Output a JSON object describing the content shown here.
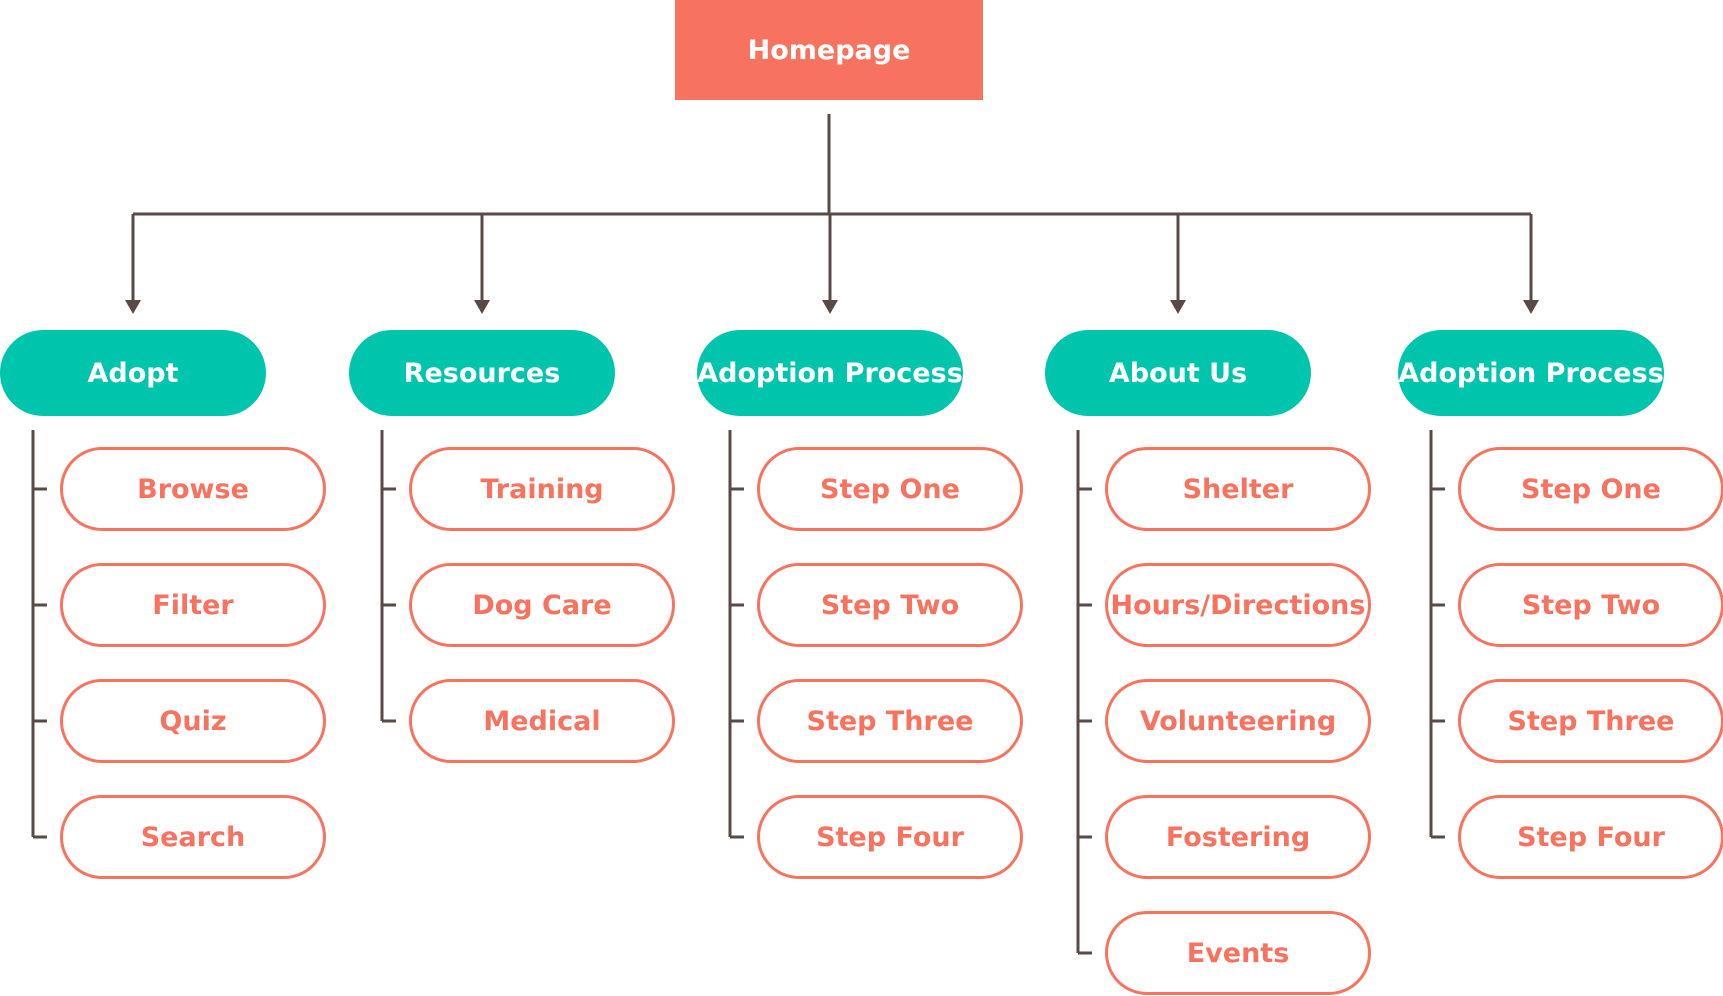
{
  "colors": {
    "root_fill": "#f7735f",
    "section_fill": "#00c5ad",
    "child_outline": "#f7735f",
    "connector": "#5a4a45"
  },
  "root": {
    "label": "Homepage"
  },
  "sections": [
    {
      "label": "Adopt",
      "children": [
        "Browse",
        "Filter",
        "Quiz",
        "Search"
      ]
    },
    {
      "label": "Resources",
      "children": [
        "Training",
        "Dog Care",
        "Medical"
      ]
    },
    {
      "label": "Adoption Process",
      "children": [
        "Step One",
        "Step Two",
        "Step Three",
        "Step Four"
      ]
    },
    {
      "label": "About Us",
      "children": [
        "Shelter",
        "Hours/Directions",
        "Volunteering",
        "Fostering",
        "Events"
      ]
    },
    {
      "label": "Adoption Process",
      "children": [
        "Step One",
        "Step Two",
        "Step Three",
        "Step Four"
      ]
    }
  ]
}
